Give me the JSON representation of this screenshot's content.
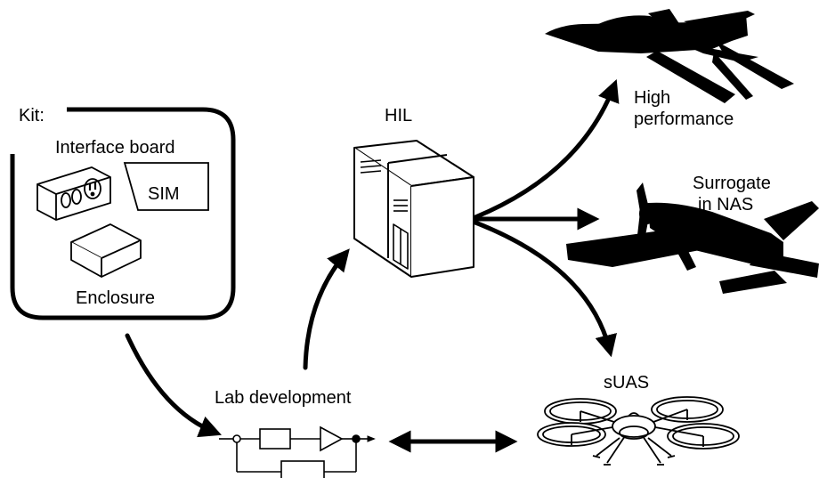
{
  "kit": {
    "label": "Kit:",
    "interface_board": "Interface board",
    "sim": "SIM",
    "enclosure": "Enclosure"
  },
  "hil": {
    "label": "HIL"
  },
  "lab": {
    "label": "Lab development"
  },
  "targets": {
    "high_performance": [
      "High",
      "performance"
    ],
    "surrogate": [
      "Surrogate",
      "in NAS"
    ],
    "suas": "sUAS"
  },
  "icons": {
    "kit_box": "kit-bracket",
    "outlet": "power-outlet-icon",
    "sim_card": "sim-card-icon",
    "enclosure": "enclosure-box-icon",
    "hil": "server-tower-icon",
    "block_diagram": "control-block-diagram-icon",
    "jet": "fighter-jet-icon",
    "prop_plane": "propeller-plane-icon",
    "drone": "quadcopter-drone-icon"
  },
  "colors": {
    "ink": "#000000",
    "background": "#ffffff"
  }
}
